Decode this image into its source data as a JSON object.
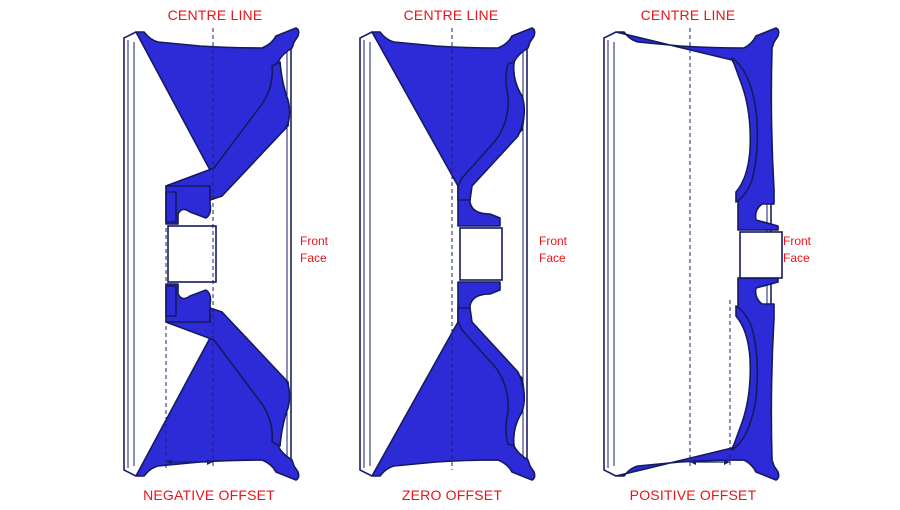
{
  "colors": {
    "label_red": "#e8141b",
    "wheel_blue": "#2d2bd8",
    "outline_navy": "#141a5e"
  },
  "wheels": [
    {
      "id": "negative",
      "top_label": "CENTRE LINE",
      "bottom_label": "NEGATIVE OFFSET",
      "face_label_line1": "Front",
      "face_label_line2": "Face"
    },
    {
      "id": "zero",
      "top_label": "CENTRE LINE",
      "bottom_label": "ZERO OFFSET",
      "face_label_line1": "Front",
      "face_label_line2": "Face"
    },
    {
      "id": "positive",
      "top_label": "CENTRE LINE",
      "bottom_label": "POSITIVE OFFSET",
      "face_label_line1": "Front",
      "face_label_line2": "Face"
    }
  ]
}
